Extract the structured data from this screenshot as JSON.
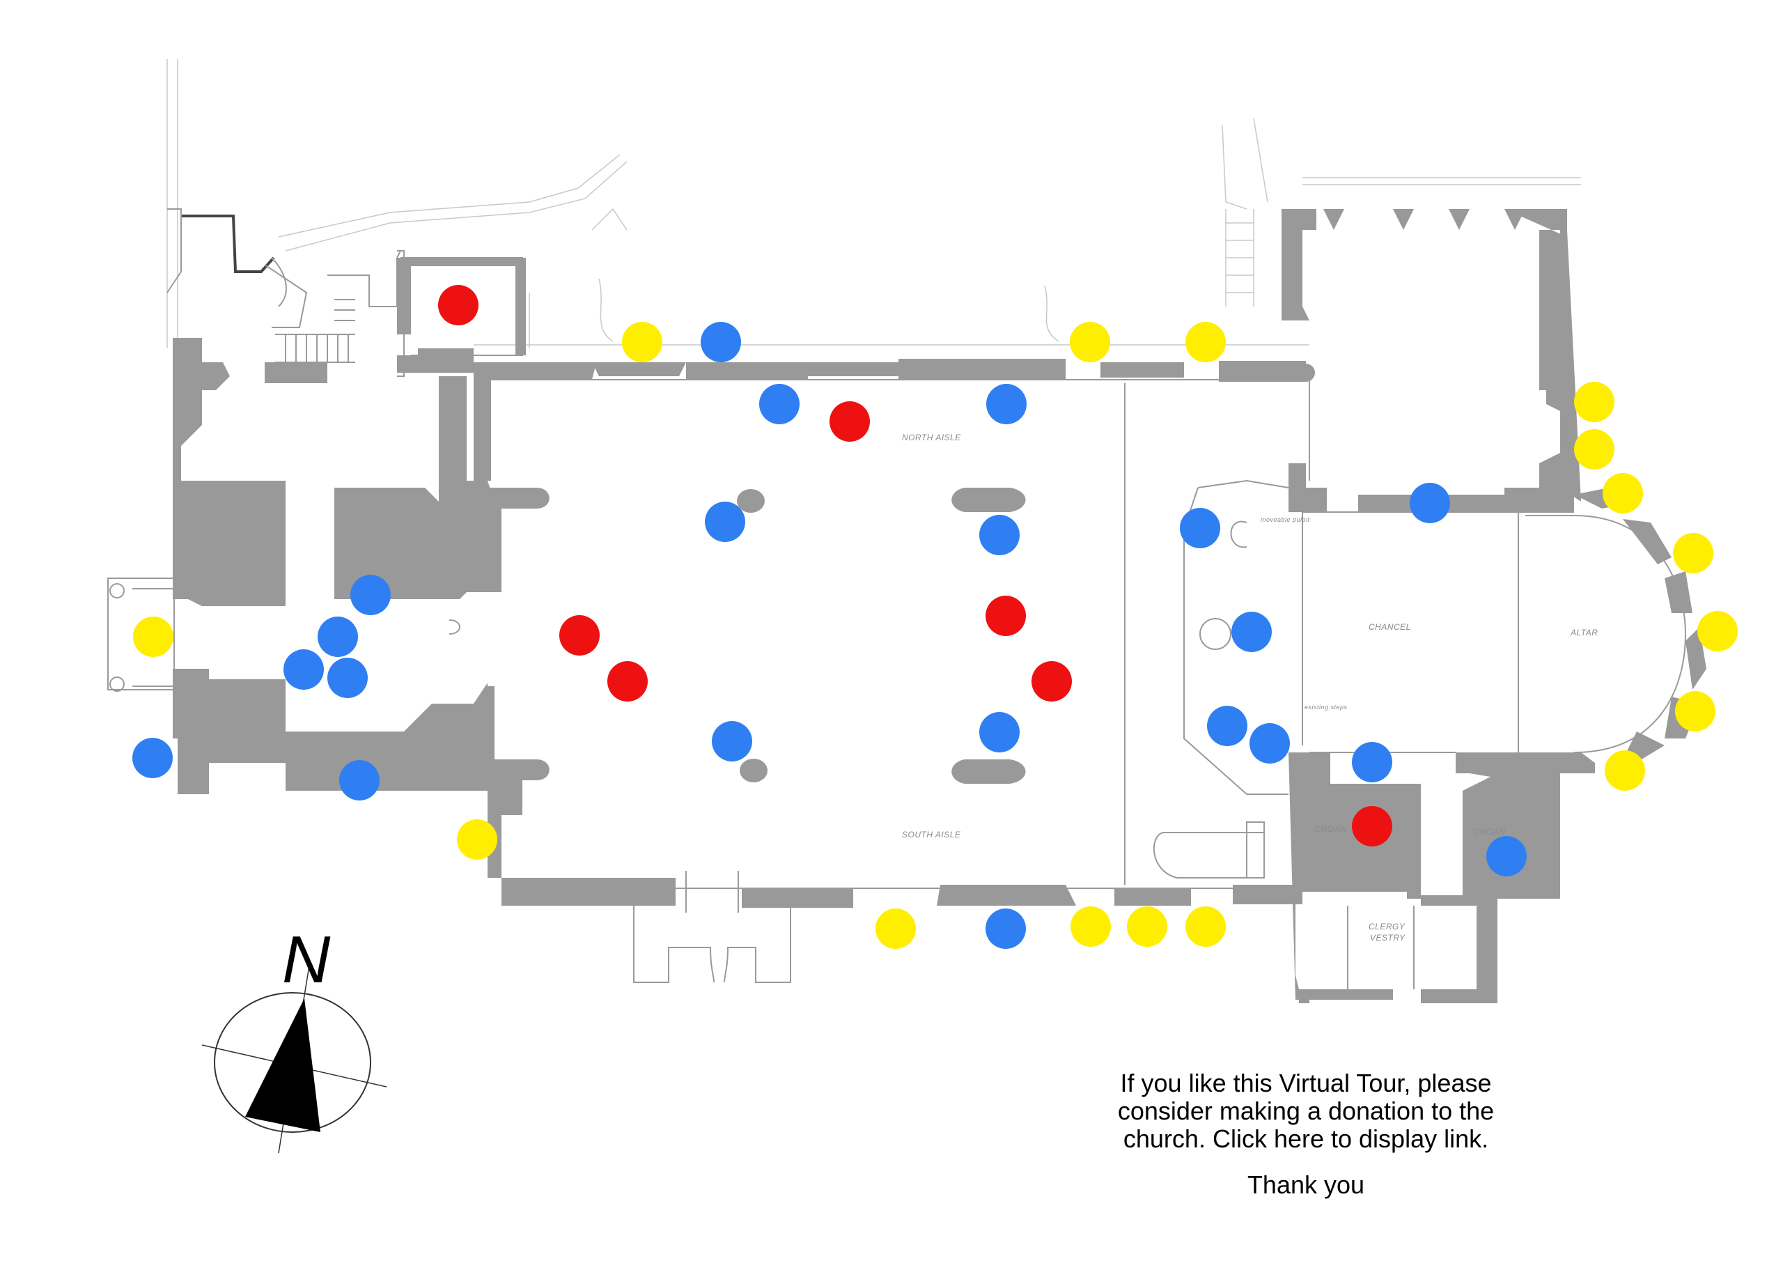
{
  "rooms": {
    "north_aisle": "NORTH AISLE",
    "south_aisle": "SOUTH AISLE",
    "chancel": "CHANCEL",
    "altar": "ALTAR",
    "organ_left": "ORGAN",
    "organ_right": "ORGAN",
    "clergy_vestry_1": "CLERGY",
    "clergy_vestry_2": "VESTRY",
    "moveable_pulpit": "moveable pulpit",
    "existing_steps": "existing steps"
  },
  "compass": {
    "label": "N"
  },
  "donation": {
    "line1": "If you like this Virtual Tour, please",
    "line2": "consider making a donation to the",
    "line3": "church. Click here to display link.",
    "thanks": "Thank you"
  },
  "hotspot_colors": {
    "red": "#ee1111",
    "blue": "#2f7ff2",
    "yellow": "#ffee00"
  },
  "wall_color": "#999999"
}
